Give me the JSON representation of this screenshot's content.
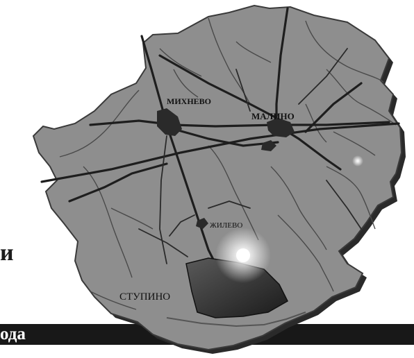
{
  "map": {
    "towns": {
      "mikhnevo": "МИХНЕВО",
      "malino": "МАЛИНО",
      "zhilevo": "ЖИЛЕВО",
      "stupino": "СТУПИНО"
    },
    "band_text": "ода",
    "side_text": "и"
  },
  "colors": {
    "region_fill": "#8e8e8e",
    "city_fill": "#2a2a2a",
    "roads": "#1e1e1e",
    "rivers": "#4a4a4a",
    "band": "#181818"
  }
}
